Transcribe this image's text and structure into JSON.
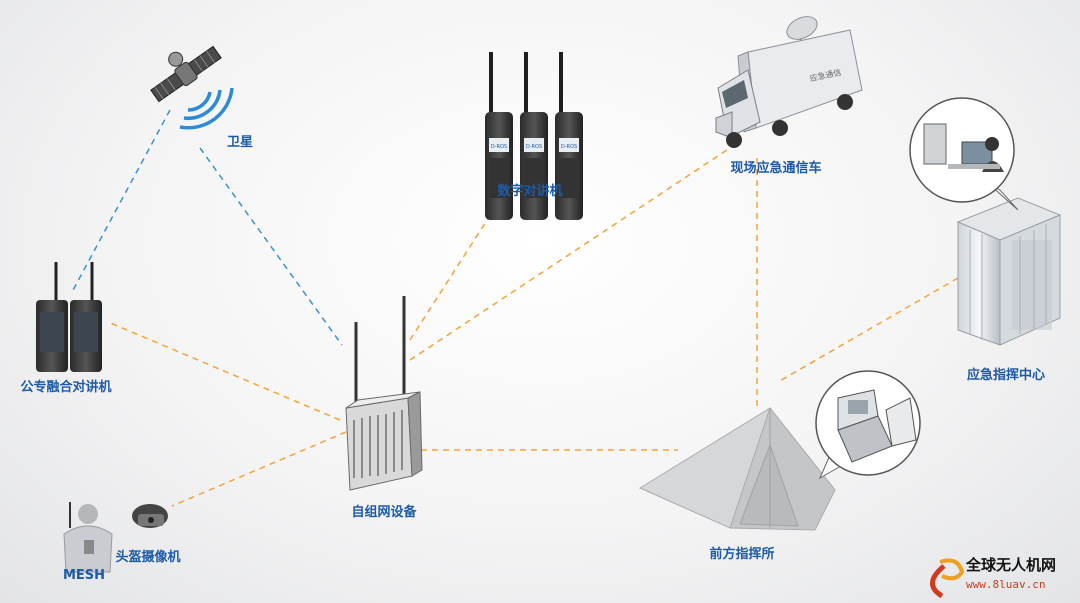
{
  "nodes": {
    "satellite": "卫星",
    "digital_radio": "数字对讲机",
    "comm_vehicle": "现场应急通信车",
    "command_center": "应急指挥中心",
    "public_private_radio": "公专融合对讲机",
    "mesh_device": "自组网设备",
    "forward_command_post": "前方指挥所",
    "helmet_camera": "头盔摄像机",
    "mesh": "MESH"
  },
  "truck_box_text": "应急通信",
  "radio_screen_brand": "D-ROS",
  "watermark": {
    "title": "全球无人机网",
    "url": "www.8luav.cn"
  },
  "colors": {
    "label": "#1d5aa8",
    "orange_link": "#f2a33a",
    "blue_link": "#3a8fd6",
    "watermark_url": "#d23a1d"
  }
}
